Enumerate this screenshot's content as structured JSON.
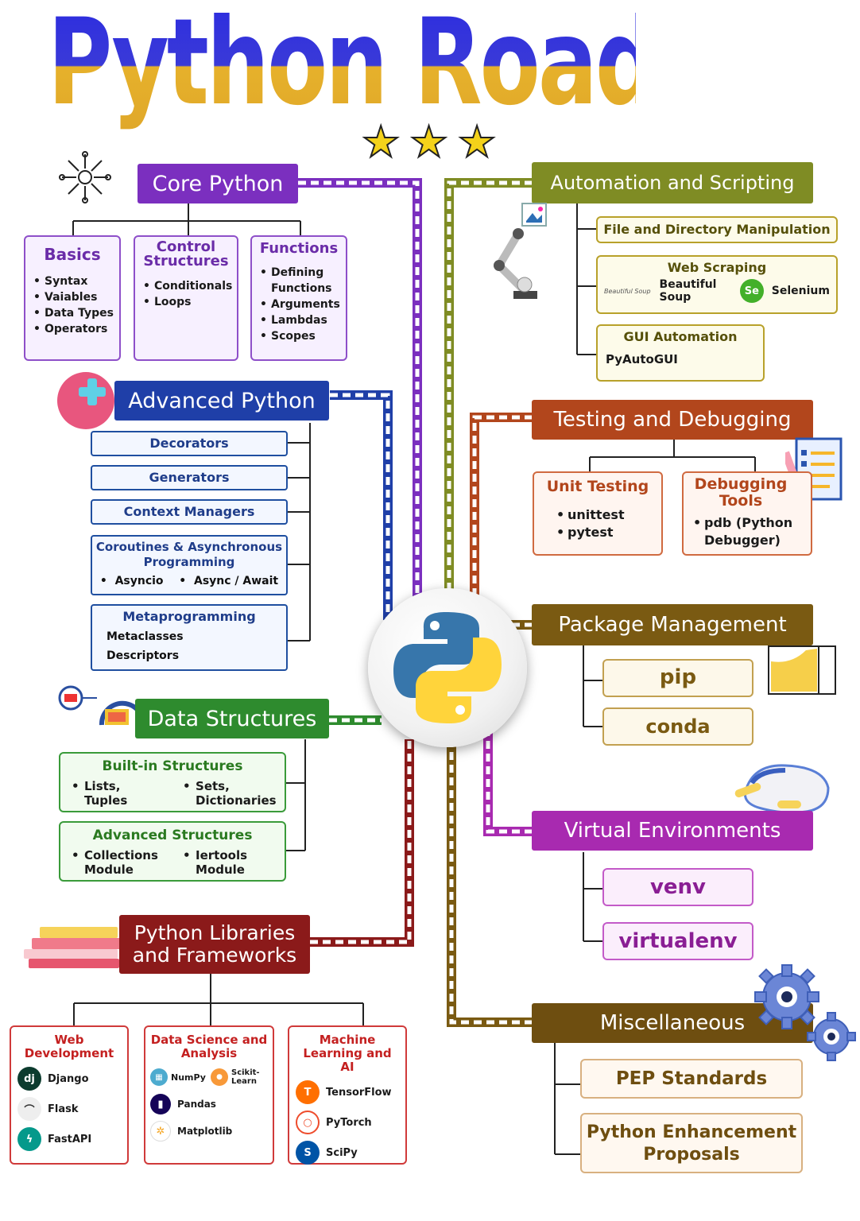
{
  "title": "Python Roadmap",
  "stars": [
    "★",
    "★",
    "★"
  ],
  "left": {
    "core": {
      "header": "Core Python",
      "boxes": [
        {
          "title": "Basics",
          "items": [
            "Syntax",
            "Vaiables",
            "Data Types",
            "Operators"
          ]
        },
        {
          "title": "Control Structures",
          "items": [
            "Conditionals",
            "Loops"
          ]
        },
        {
          "title": "Functions",
          "items": [
            "Defining Functions",
            "Arguments",
            "Lambdas",
            "Scopes"
          ]
        }
      ]
    },
    "advanced": {
      "header": "Advanced Python",
      "items": [
        "Decorators",
        "Generators",
        "Context Managers"
      ],
      "coroutines": {
        "title": "Coroutines & Asynchronous Programming",
        "items": [
          "Asyncio",
          "Async / Await"
        ]
      },
      "meta": {
        "title": "Metaprogramming",
        "items": [
          "Metaclasses",
          "Descriptors"
        ]
      }
    },
    "data": {
      "header": "Data Structures",
      "builtin": {
        "title": "Built-in Structures",
        "items": [
          "Lists, Tuples",
          "Sets, Dictionaries"
        ]
      },
      "advanced": {
        "title": "Advanced Structures",
        "items": [
          "Collections Module",
          "Iertools Module"
        ]
      }
    },
    "libs": {
      "header_line1": "Python Libraries",
      "header_line2": "and Frameworks",
      "web": {
        "title": "Web Development",
        "items": [
          "Django",
          "Flask",
          "FastAPI"
        ]
      },
      "ds": {
        "title": "Data Science and Analysis",
        "items": [
          "NumPy",
          "Scikit-Learn",
          "Pandas",
          "Matplotlib"
        ]
      },
      "ml": {
        "title": "Machine Learning and AI",
        "items": [
          "TensorFlow",
          "PyTorch",
          "SciPy"
        ]
      }
    }
  },
  "right": {
    "automation": {
      "header": "Automation and Scripting",
      "file": "File and Directory Manipulation",
      "web": {
        "title": "Web Scraping",
        "bs_logo": "Beautiful Soup",
        "bs": "Beautiful Soup",
        "selenium": "Selenium",
        "se": "Se"
      },
      "gui": {
        "title": "GUI Automation",
        "item": "PyAutoGUI"
      }
    },
    "testing": {
      "header": "Testing and Debugging",
      "unit": {
        "title": "Unit Testing",
        "items": [
          "unittest",
          "pytest"
        ]
      },
      "debug": {
        "title": "Debugging Tools",
        "items": [
          "pdb (Python Debugger)"
        ]
      }
    },
    "package": {
      "header": "Package Management",
      "items": [
        "pip",
        "conda"
      ]
    },
    "venv": {
      "header": "Virtual Environments",
      "items": [
        "venv",
        "virtualenv"
      ]
    },
    "misc": {
      "header": "Miscellaneous",
      "items": [
        "PEP Standards",
        "Python Enhancement Proposals"
      ]
    }
  },
  "colors": {
    "core": "#7b2fbf",
    "advanced": "#1f3fa8",
    "data": "#2e8b2e",
    "libs": "#8b1a1a",
    "automation": "#7f8c24",
    "testing": "#b2461c",
    "package": "#7a5a12",
    "venv": "#a82ab0",
    "misc": "#6e4e10"
  },
  "icons": [
    "network-icon",
    "plus-icon",
    "robot-arm-icon",
    "clipboard-icon",
    "folder-icon",
    "vr-headset-icon",
    "gear-icon",
    "books-icon",
    "python-logo-icon",
    "data-tool-icon"
  ]
}
